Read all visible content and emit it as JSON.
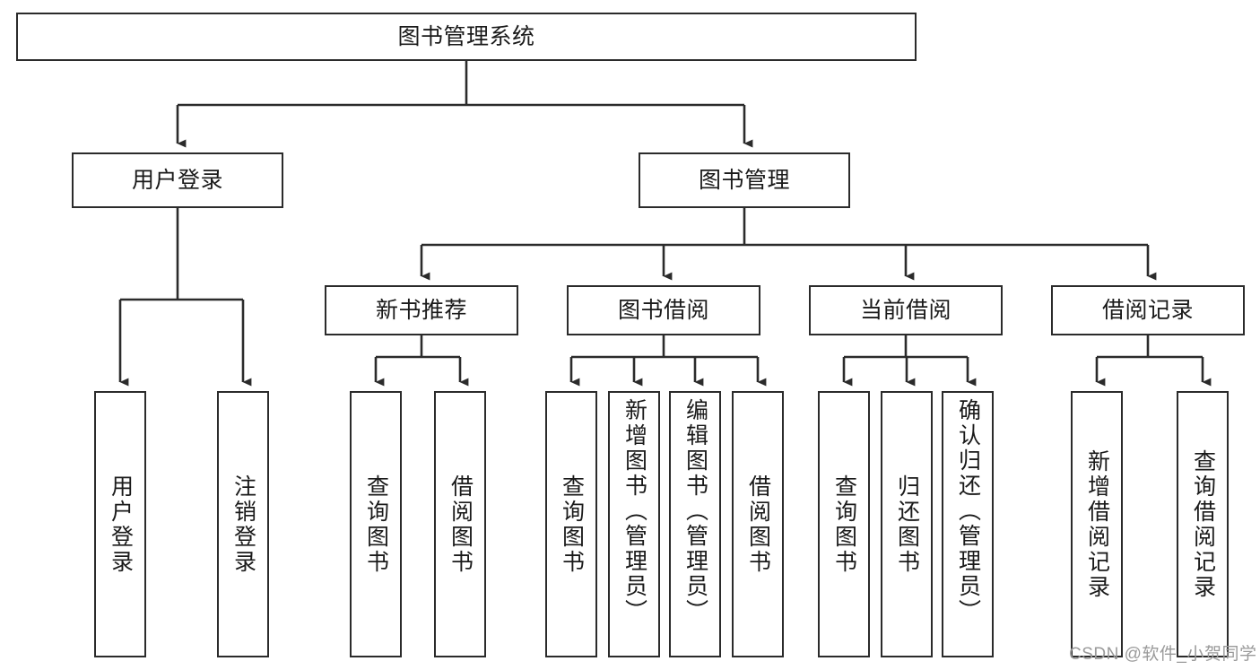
{
  "diagram": {
    "type": "hierarchy-tree",
    "title": "图书管理系统",
    "levels": 4,
    "nodes": {
      "root": {
        "label": "图书管理系统",
        "level": 1
      },
      "user_login": {
        "label": "用户登录",
        "level": 2
      },
      "book_manage": {
        "label": "图书管理",
        "level": 2
      },
      "new_book_rec": {
        "label": "新书推荐",
        "level": 3
      },
      "book_borrow": {
        "label": "图书借阅",
        "level": 3
      },
      "current_borrow": {
        "label": "当前借阅",
        "level": 3
      },
      "borrow_record": {
        "label": "借阅记录",
        "level": 3
      },
      "leaf_user_login": {
        "label": "用户登录",
        "level": 4
      },
      "leaf_logout": {
        "label": "注销登录",
        "level": 4
      },
      "leaf_query_book_1": {
        "label": "查询图书",
        "level": 4
      },
      "leaf_borrow_book_1": {
        "label": "借阅图书",
        "level": 4
      },
      "leaf_query_book_2": {
        "label": "查询图书",
        "level": 4
      },
      "leaf_add_book": {
        "label": "新增图书（管理员）",
        "level": 4
      },
      "leaf_edit_book": {
        "label": "编辑图书（管理员）",
        "level": 4
      },
      "leaf_borrow_book_2": {
        "label": "借阅图书",
        "level": 4
      },
      "leaf_query_book_3": {
        "label": "查询图书",
        "level": 4
      },
      "leaf_return_book": {
        "label": "归还图书",
        "level": 4
      },
      "leaf_confirm_return": {
        "label": "确认归还（管理员）",
        "level": 4
      },
      "leaf_add_record": {
        "label": "新增借阅记录",
        "level": 4
      },
      "leaf_query_record": {
        "label": "查询借阅记录",
        "level": 4
      }
    },
    "edges": [
      {
        "from": "root",
        "to": "user_login"
      },
      {
        "from": "root",
        "to": "book_manage"
      },
      {
        "from": "user_login",
        "to": "leaf_user_login"
      },
      {
        "from": "user_login",
        "to": "leaf_logout"
      },
      {
        "from": "book_manage",
        "to": "new_book_rec"
      },
      {
        "from": "book_manage",
        "to": "book_borrow"
      },
      {
        "from": "book_manage",
        "to": "current_borrow"
      },
      {
        "from": "book_manage",
        "to": "borrow_record"
      },
      {
        "from": "new_book_rec",
        "to": "leaf_query_book_1"
      },
      {
        "from": "new_book_rec",
        "to": "leaf_borrow_book_1"
      },
      {
        "from": "book_borrow",
        "to": "leaf_query_book_2"
      },
      {
        "from": "book_borrow",
        "to": "leaf_add_book"
      },
      {
        "from": "book_borrow",
        "to": "leaf_edit_book"
      },
      {
        "from": "book_borrow",
        "to": "leaf_borrow_book_2"
      },
      {
        "from": "current_borrow",
        "to": "leaf_query_book_3"
      },
      {
        "from": "current_borrow",
        "to": "leaf_return_book"
      },
      {
        "from": "current_borrow",
        "to": "leaf_confirm_return"
      },
      {
        "from": "borrow_record",
        "to": "leaf_add_record"
      },
      {
        "from": "borrow_record",
        "to": "leaf_query_record"
      }
    ],
    "colors": {
      "stroke": "#2b2b2b",
      "fill": "#ffffff",
      "text": "#1a1a1a",
      "watermark": "#9a9a9a"
    }
  },
  "watermark": {
    "text": "CSDN @软件_小贺同学"
  }
}
